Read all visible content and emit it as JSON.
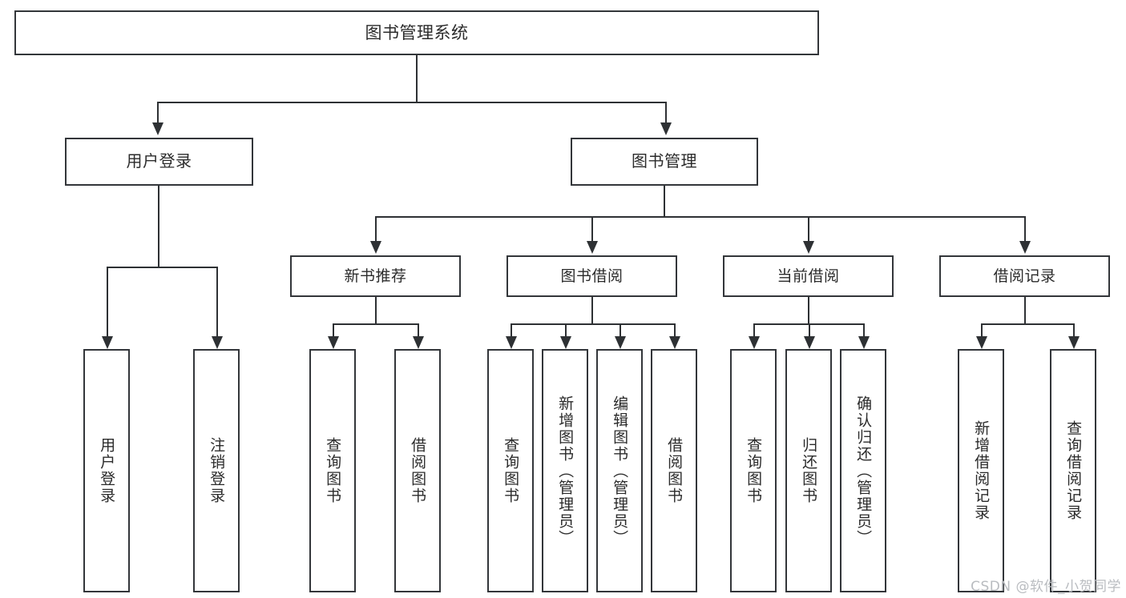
{
  "diagram": {
    "type": "tree-hierarchy-diagram",
    "root": {
      "label": "图书管理系统"
    },
    "level2": [
      {
        "label": "用户登录"
      },
      {
        "label": "图书管理"
      }
    ],
    "level3": [
      {
        "label": "新书推荐"
      },
      {
        "label": "图书借阅"
      },
      {
        "label": "当前借阅"
      },
      {
        "label": "借阅记录"
      }
    ],
    "leaves": {
      "user_login": [
        {
          "label": "用户登录"
        },
        {
          "label": "注销登录"
        }
      ],
      "new_book_recommend": [
        {
          "label": "查询图书"
        },
        {
          "label": "借阅图书"
        }
      ],
      "book_borrow": [
        {
          "label": "查询图书"
        },
        {
          "label": "新增图书（管理员）"
        },
        {
          "label": "编辑图书（管理员）"
        },
        {
          "label": "借阅图书"
        }
      ],
      "current_borrow": [
        {
          "label": "查询图书"
        },
        {
          "label": "归还图书"
        },
        {
          "label": "确认归还（管理员）"
        }
      ],
      "borrow_record": [
        {
          "label": "新增借阅记录"
        },
        {
          "label": "查询借阅记录"
        }
      ]
    }
  },
  "watermark": {
    "text": "CSDN @软件_小贺同学"
  },
  "colors": {
    "box_border": "#33363a",
    "connector": "#2e3134",
    "text": "#2b2b2b",
    "background": "#ffffff",
    "watermark": "#b9bcc0"
  }
}
